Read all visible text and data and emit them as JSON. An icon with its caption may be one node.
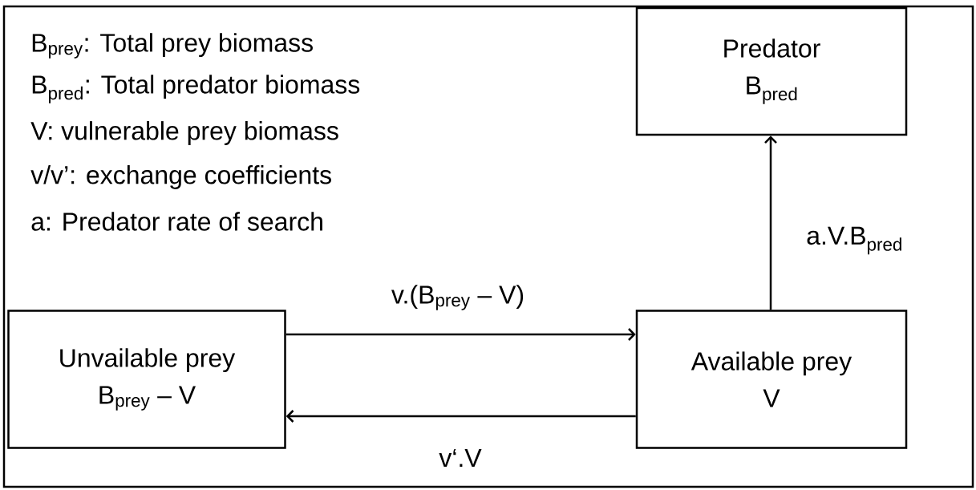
{
  "diagram": {
    "nodes": [
      {
        "text": [
          "Predator",
          "B$_{pred}$"
        ]
      },
      {
        "text": [
          "Unvailable prey",
          "B$_{prey}$ – V"
        ]
      },
      {
        "text": [
          "Available prey",
          "V"
        ]
      }
    ],
    "edges": [
      {
        "from": 1,
        "to": 2,
        "arrow": "to",
        "label": "v.(B$_{prey}$ – V)"
      },
      {
        "from": 2,
        "to": 1,
        "arrow": "to",
        "label": "v‘.V"
      },
      {
        "from": 2,
        "to": 0,
        "arrow": "to",
        "label": "a.V.B$_{pred}$"
      }
    ],
    "labels": [
      "B$_{prey}$: Total prey biomass",
      "B$_{pred}$: Total predator biomass",
      "V: vulnerable prey biomass",
      "v/v’: exchange coefficients",
      "a: Predator rate of search"
    ]
  }
}
